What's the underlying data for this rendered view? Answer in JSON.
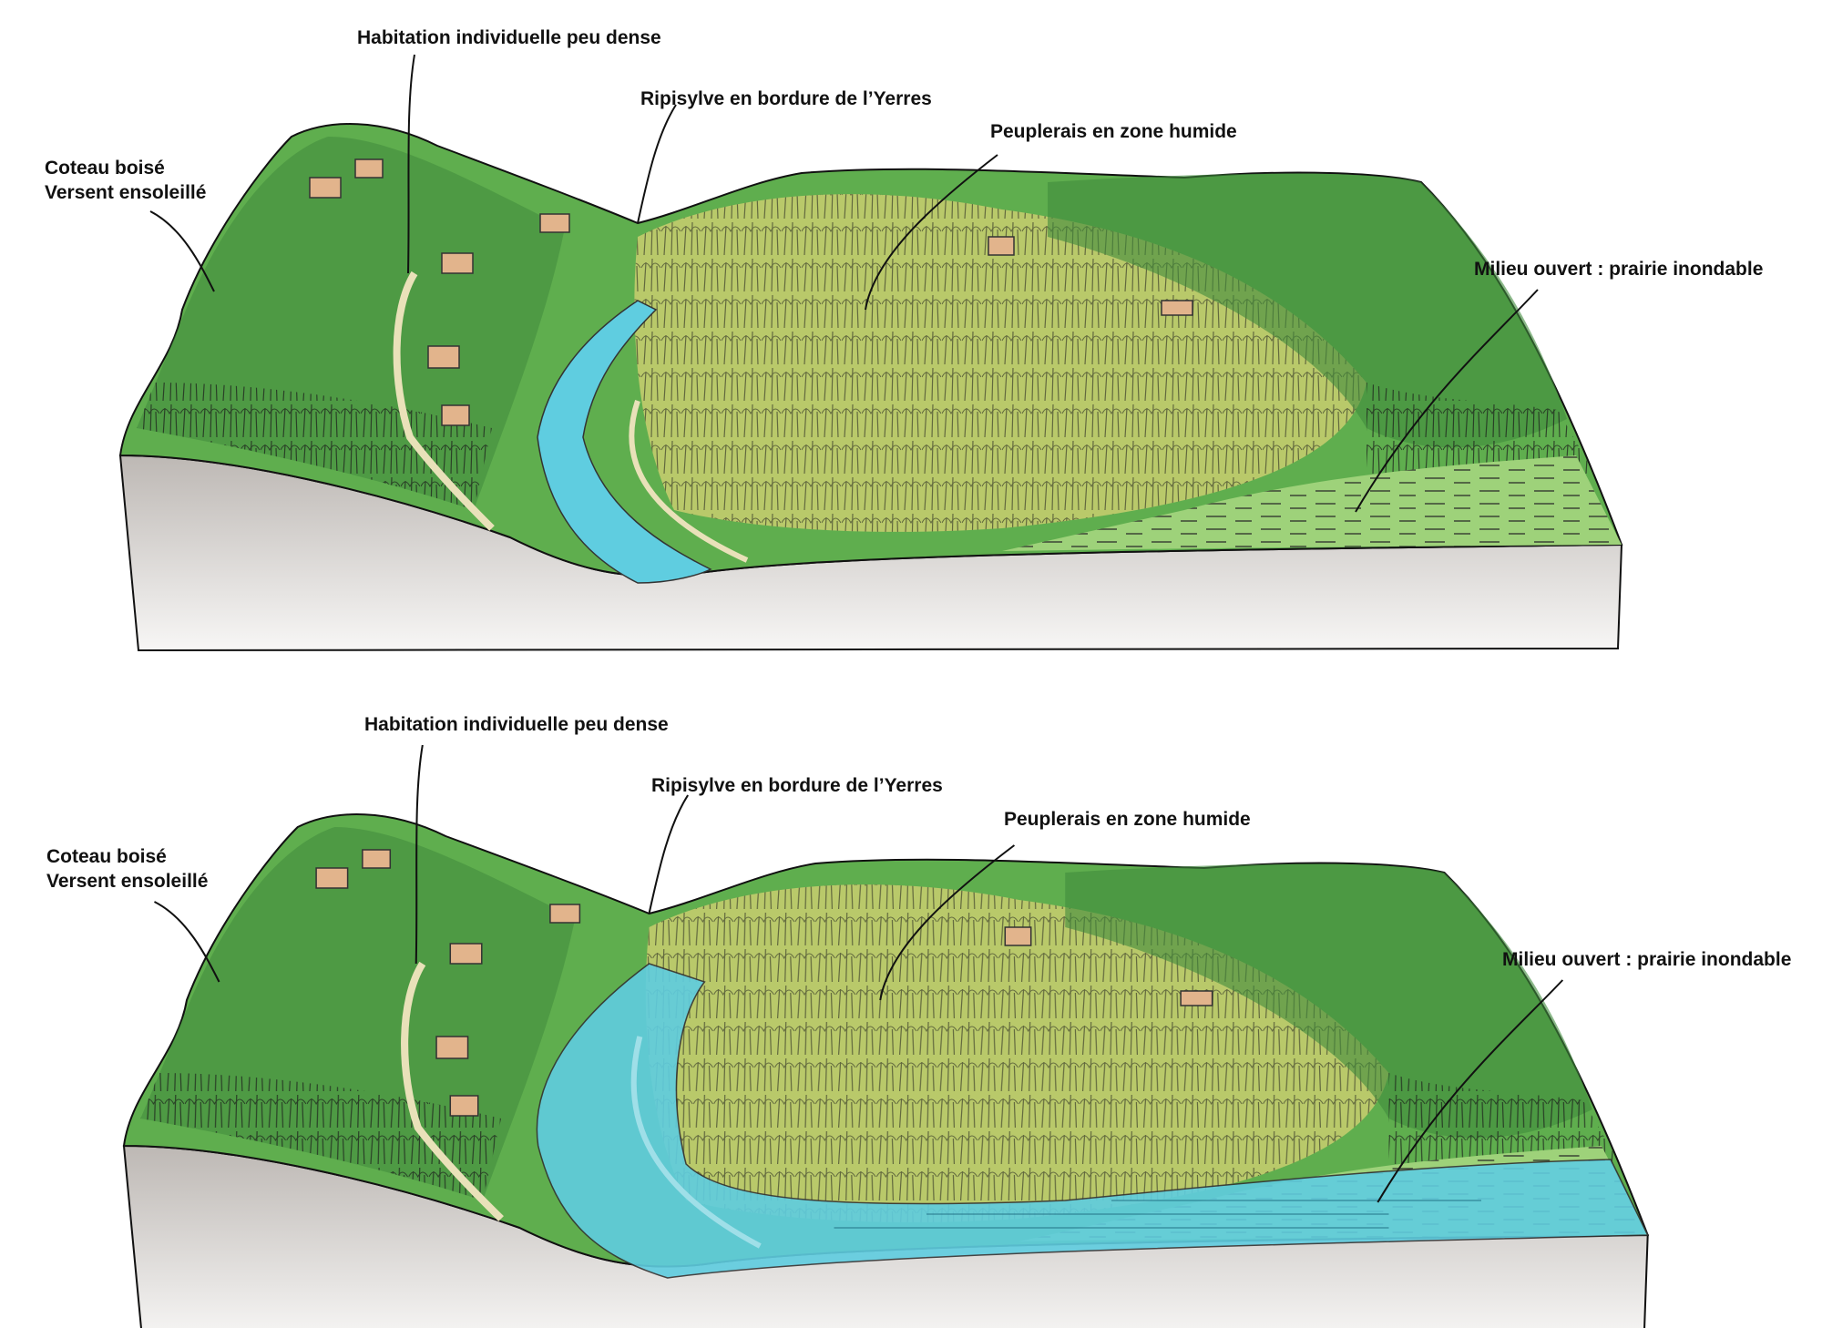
{
  "diagrams": [
    {
      "state": "current",
      "labels": {
        "habitation": "Habitation individuelle peu dense",
        "ripisylve": "Ripisylve en bordure de l’Yerres",
        "peupleraie": "Peuplerais en zone humide",
        "coteau_line1": "Coteau boisé",
        "coteau_line2": "Versent ensoleillé",
        "milieu": "Milieu ouvert : prairie inondable"
      }
    },
    {
      "state": "flooded",
      "labels": {
        "habitation": "Habitation individuelle peu dense",
        "ripisylve": "Ripisylve en bordure de l’Yerres",
        "peupleraie": "Peuplerais en zone humide",
        "coteau_line1": "Coteau boisé",
        "coteau_line2": "Versent ensoleillé",
        "milieu": "Milieu ouvert : prairie inondable"
      }
    }
  ],
  "colors": {
    "forest": "#5fae4e",
    "forest_dark": "#3f8a3c",
    "poplar": "#b9c96a",
    "water": "#5fcde0",
    "meadow": "#9ed27a",
    "soil_side": "#c9c5c1"
  }
}
